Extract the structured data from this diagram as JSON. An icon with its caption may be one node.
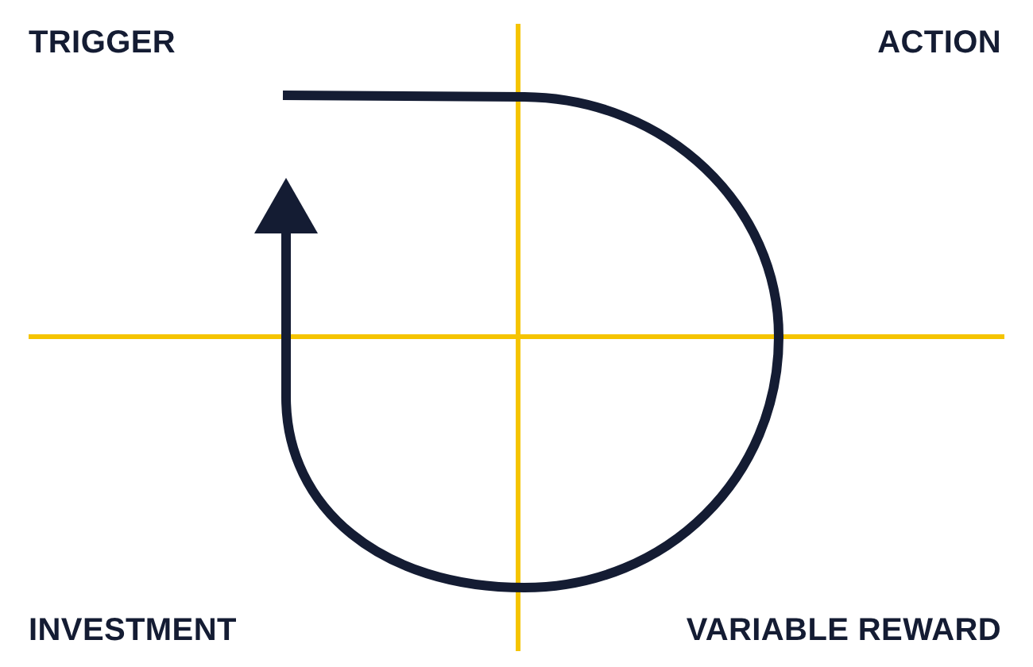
{
  "diagram": {
    "labels": [
      "TRIGGER",
      "ACTION",
      "INVESTMENT",
      "VARIABLE REWARD"
    ]
  }
}
